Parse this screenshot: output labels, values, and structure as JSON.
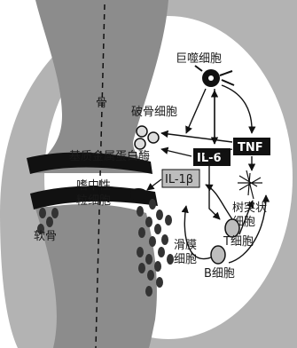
{
  "labels": {
    "macrophage": "巨噬细胞",
    "osteoclast": "破骨细胞",
    "bone": "骨",
    "mmp": "基质金属蛋白酶",
    "il6": "IL-6",
    "tnf": "TNF",
    "il1b": "IL-1β",
    "neutrophil_line1": "嗜中性",
    "neutrophil_line2": "粒细胞",
    "dendritic_line1": "树突状",
    "dendritic_line2": "细胞",
    "cartilage": "软骨",
    "synovium_line1": "滑膜",
    "synovium_line2": "细胞",
    "tcell": "T细胞",
    "bcell": "B细胞"
  },
  "colors": {
    "tissue": "#8c8c8c",
    "capsule": "#b3b3b3",
    "dark": "#111111",
    "light_box": "#bdbdbd"
  }
}
